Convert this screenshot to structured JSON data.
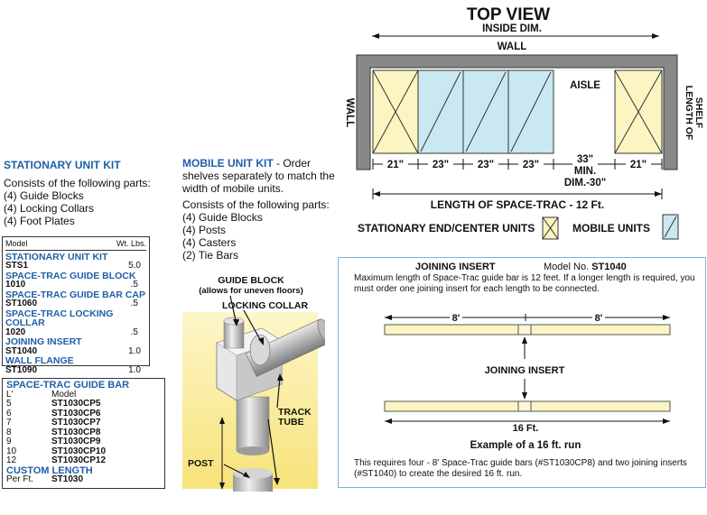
{
  "top_view": {
    "title": "TOP VIEW",
    "inside_dim": "INSIDE DIM.",
    "wall_top": "WALL",
    "wall_left": "WALL",
    "length_of_shelf": [
      "LENGTH OF",
      "SHELF"
    ],
    "aisle": "AISLE",
    "dims": [
      "21\"",
      "23\"",
      "23\"",
      "23\"",
      "21\""
    ],
    "aisle_dim": [
      "33\"",
      "MIN.",
      "DIM.-30\""
    ],
    "length_label": "LENGTH OF SPACE-TRAC - 12 Ft.",
    "legend_stationary": "STATIONARY END/CENTER UNITS",
    "legend_mobile": "MOBILE UNITS"
  },
  "stationary_kit": {
    "title": "STATIONARY UNIT KIT",
    "intro": "Consists of the following parts:",
    "parts": [
      "(4) Guide Blocks",
      "(4) Locking Collars",
      "(4) Foot Plates"
    ]
  },
  "mobile_kit": {
    "title": "MOBILE UNIT KIT",
    "title_rest": " - Order shelves separately to match the width of mobile units.",
    "intro": "Consists of the following parts:",
    "parts": [
      "(4) Guide Blocks",
      "(4) Posts",
      "(4) Casters",
      "(2) Tie Bars"
    ]
  },
  "parts_table": {
    "col_model": "Model",
    "col_wt": "Wt. Lbs.",
    "groups": [
      {
        "name": "STATIONARY UNIT KIT",
        "model": "STS1",
        "wt": "5.0"
      },
      {
        "name": "SPACE-TRAC GUIDE BLOCK",
        "model": "1010",
        "wt": ".5"
      },
      {
        "name": "SPACE-TRAC GUIDE BAR CAP",
        "model": "ST1060",
        "wt": ".5"
      },
      {
        "name": "SPACE-TRAC LOCKING COLLAR",
        "model": "1020",
        "wt": ".5"
      },
      {
        "name": "JOINING INSERT",
        "model": "ST1040",
        "wt": "1.0"
      },
      {
        "name": "WALL FLANGE",
        "model": "ST1090",
        "wt": "1.0"
      }
    ]
  },
  "guide_bar_table": {
    "title": "SPACE-TRAC GUIDE BAR",
    "col_l": "L'",
    "col_model": "Model",
    "rows": [
      {
        "l": "5",
        "model": "ST1030CP5"
      },
      {
        "l": "6",
        "model": "ST1030CP6"
      },
      {
        "l": "7",
        "model": "ST1030CP7"
      },
      {
        "l": "8",
        "model": "ST1030CP8"
      },
      {
        "l": "9",
        "model": "ST1030CP9"
      },
      {
        "l": "10",
        "model": "ST1030CP10"
      },
      {
        "l": "12",
        "model": "ST1030CP12"
      }
    ],
    "custom_title": "CUSTOM LENGTH",
    "custom_l": "Per Ft.",
    "custom_model": "ST1030"
  },
  "illustration": {
    "guide_block": "GUIDE BLOCK",
    "guide_block_note": "(allows for uneven floors)",
    "locking_collar": "LOCKING COLLAR",
    "track_tube": [
      "TRACK",
      "TUBE"
    ],
    "post": "POST"
  },
  "joining_insert": {
    "title": "JOINING INSERT",
    "model_label": "Model No.",
    "model": "ST1040",
    "desc": "Maximum length of Space-Trac guide bar is 12 feet. If a longer length is required, you must order one joining insert for each length to be connected.",
    "seg1": "8'",
    "seg2": "8'",
    "middle_label": "JOINING INSERT",
    "total": "16 Ft.",
    "example": "Example of a 16 ft. run",
    "footer": "This requires four - 8' Space-Trac guide bars (#ST1030CP8) and two joining inserts (#ST1040) to create the desired 16 ft. run."
  }
}
